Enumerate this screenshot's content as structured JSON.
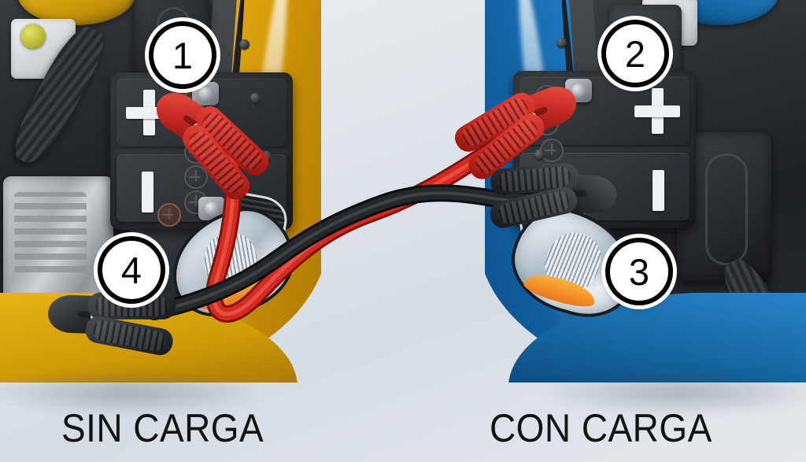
{
  "figure": {
    "type": "instructional-diagram",
    "subject": "jump-starting a car with jumper cables",
    "background_color": "#dfe5ea"
  },
  "captions": {
    "left": "SIN CARGA",
    "right": "CON CARGA"
  },
  "steps": [
    {
      "number": "1",
      "position": "top-left",
      "attaches_to": "positive terminal of discharged battery",
      "cable_color": "#d42a20"
    },
    {
      "number": "2",
      "position": "top-right",
      "attaches_to": "positive terminal of charged battery",
      "cable_color": "#d42a20"
    },
    {
      "number": "3",
      "position": "bottom-right",
      "attaches_to": "negative terminal of charged battery",
      "cable_color": "#1b1e21"
    },
    {
      "number": "4",
      "position": "bottom-left",
      "attaches_to": "engine ground point of discharged car",
      "cable_color": "#1b1e21"
    }
  ],
  "vehicles": {
    "left": {
      "label": "SIN CARGA",
      "body_color": "#e8b21c",
      "battery_state": "discharged"
    },
    "right": {
      "label": "CON CARGA",
      "body_color": "#2180c9",
      "battery_state": "charged"
    }
  },
  "batteries": {
    "left": {
      "positive_symbol": "+",
      "negative_symbol": "–",
      "positive_side": "left",
      "clamp_on_positive": "red",
      "clamp_on_ground": "black"
    },
    "right": {
      "positive_symbol": "+",
      "negative_symbol": "–",
      "positive_side": "right",
      "clamp_on_positive": "red",
      "clamp_on_negative": "black"
    }
  },
  "cables": {
    "positive": {
      "color": "#d42a20",
      "name": "red jumper cable"
    },
    "negative": {
      "color": "#1b1e21",
      "name": "black jumper cable"
    }
  }
}
